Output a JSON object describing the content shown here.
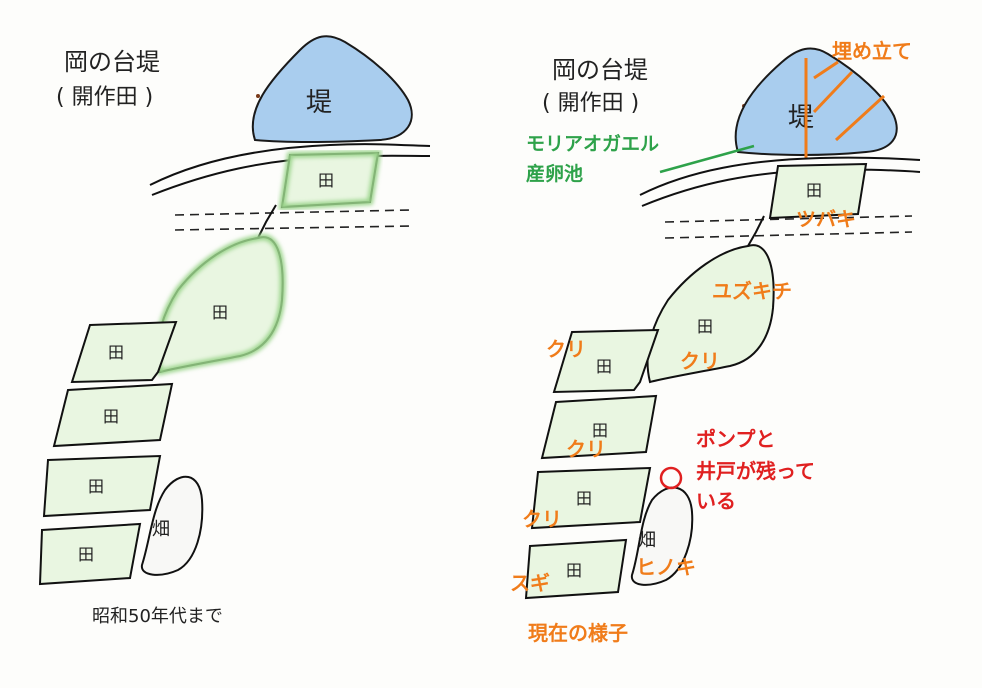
{
  "left_panel": {
    "title_line1": "岡の台堤",
    "title_line2": "( 開作田 )",
    "pond_label": "堤",
    "paddy_label": "田",
    "field_label": "畑",
    "caption": "昭和50年代まで"
  },
  "right_panel": {
    "title_line1": "岡の台堤",
    "title_line2": "( 開作田 )",
    "pond_label": "堤",
    "paddy_label": "田",
    "field_label": "畑",
    "caption": "現在の様子",
    "landfill_label": "埋め立て",
    "frog_line1": "モリアオガエル",
    "frog_line2": "産卵池",
    "tsubaki": "ツバキ",
    "yuzukichi": "ユズキチ",
    "kuri": "クリ",
    "pump_line1": "ポンプと",
    "pump_line2": "井戸が残って",
    "pump_line3": "いる",
    "hinoki": "ヒノキ",
    "sugi": "スギ"
  },
  "colors": {
    "pond_fill": "#a9cdee",
    "paddy_fill": "#e9f6e1",
    "paddy_edge": "#9ad48a",
    "orange": "#f07c1a",
    "green": "#2ea24a",
    "red": "#e02020"
  }
}
